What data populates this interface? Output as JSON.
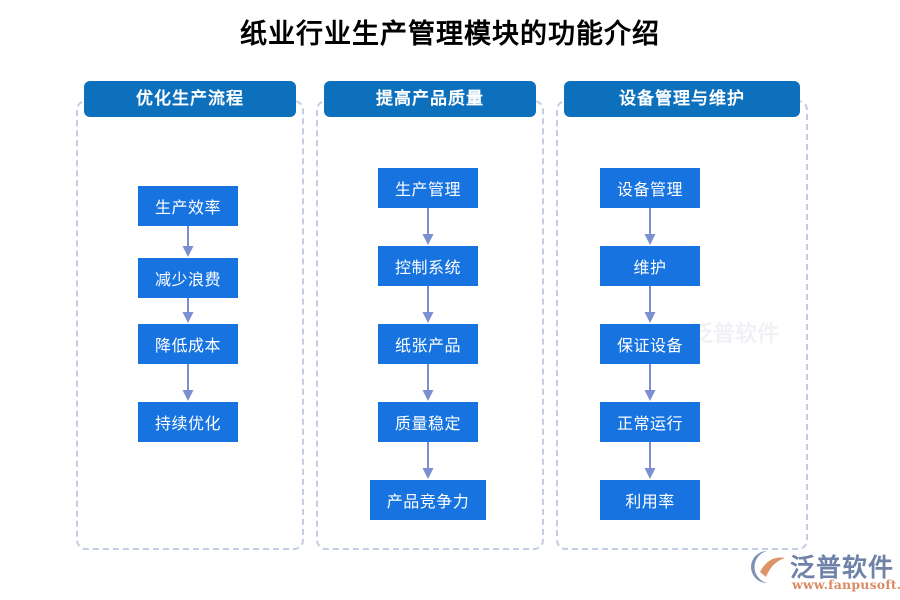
{
  "page": {
    "title": "纸业行业生产管理模块的功能介绍"
  },
  "columns": [
    {
      "header": "优化生产流程",
      "nodes": [
        {
          "label": "生产效率"
        },
        {
          "label": "减少浪费"
        },
        {
          "label": "降低成本"
        },
        {
          "label": "持续优化"
        }
      ]
    },
    {
      "header": "提高产品质量",
      "nodes": [
        {
          "label": "生产管理"
        },
        {
          "label": "控制系统"
        },
        {
          "label": "纸张产品"
        },
        {
          "label": "质量稳定"
        },
        {
          "label": "产品竞争力"
        }
      ]
    },
    {
      "header": "设备管理与维护",
      "nodes": [
        {
          "label": "设备管理"
        },
        {
          "label": "维护"
        },
        {
          "label": "保证设备"
        },
        {
          "label": "正常运行"
        },
        {
          "label": "利用率"
        }
      ]
    }
  ],
  "watermark": {
    "brand": "泛普软件",
    "url": "www.fanpusoft.com"
  },
  "colors": {
    "header_blue": "#0d70bd",
    "node_blue": "#1673e0",
    "arrow_blue": "#7c8fd2",
    "dashed_border": "#c3cde3",
    "title_black": "#000000",
    "logo_blue_gray": "#6f82a8",
    "logo_orange": "#d98a63"
  }
}
